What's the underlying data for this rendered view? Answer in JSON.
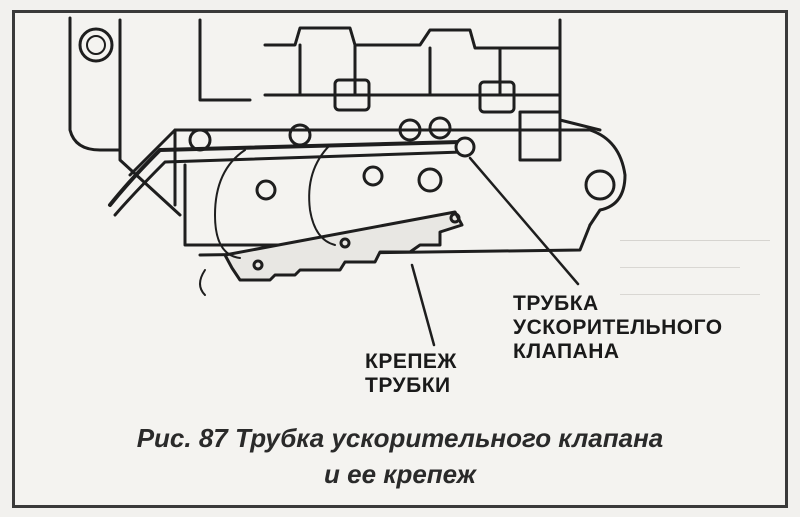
{
  "labels": {
    "tube_line1": "ТРУБКА",
    "tube_line2": "УСКОРИТЕЛЬНОГО",
    "tube_line3": "КЛАПАНА",
    "clip_line1": "КРЕПЕЖ",
    "clip_line2": "ТРУБКИ"
  },
  "caption": {
    "line1": "Рис. 87 Трубка ускорительного клапана",
    "line2": "и ее крепеж"
  }
}
